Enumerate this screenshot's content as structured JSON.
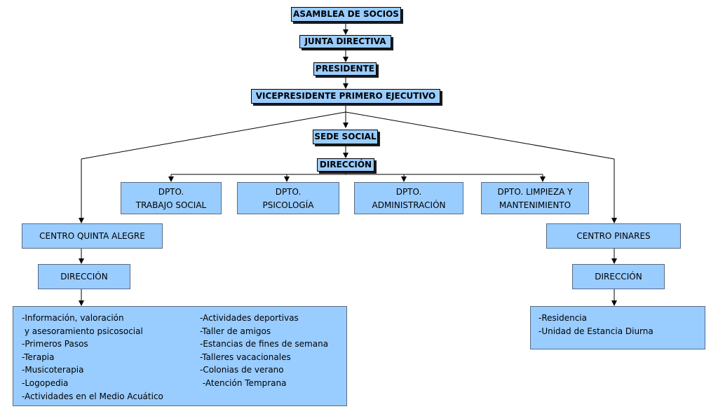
{
  "nodes": {
    "asamblea": "ASAMBLEA DE SOCIOS",
    "junta": "JUNTA DIRECTIVA",
    "presidente": "PRESIDENTE",
    "vicepresidente": "VICEPRESIDENTE PRIMERO EJECUTIVO",
    "sede": "SEDE SOCIAL",
    "direccion_sede": "DIRECCIÓN",
    "dpto_trabajo": [
      "DPTO.",
      "TRABAJO SOCIAL"
    ],
    "dpto_psicologia": [
      "DPTO.",
      "PSICOLOGÍA"
    ],
    "dpto_admin": [
      "DPTO.",
      "ADMINISTRACIÓN"
    ],
    "dpto_limpieza": [
      "DPTO. LIMPIEZA Y",
      "MANTENIMIENTO"
    ],
    "centro_quinta": "CENTRO QUINTA ALEGRE",
    "direccion_quinta": "DIRECCIÓN",
    "centro_pinares": "CENTRO PINARES",
    "direccion_pinares": "DIRECCIÓN"
  },
  "quinta_services": {
    "left": [
      "-Información, valoración",
      " y asesoramiento psicosocial",
      "-Primeros Pasos",
      "-Terapia",
      "-Musicoterapia",
      "-Logopedia",
      "-Actividades en el Medio Acuático"
    ],
    "right": [
      "-Actividades deportivas",
      "-Taller de amigos",
      "-Estancias de fines de semana",
      "-Talleres vacacionales",
      "-Colonias de verano",
      " -Atención Temprana"
    ]
  },
  "pinares_services": [
    "-Residencia",
    "-Unidad de Estancia Diurna"
  ],
  "colors": {
    "box_fill": "#99ccff",
    "line": "#000000"
  }
}
